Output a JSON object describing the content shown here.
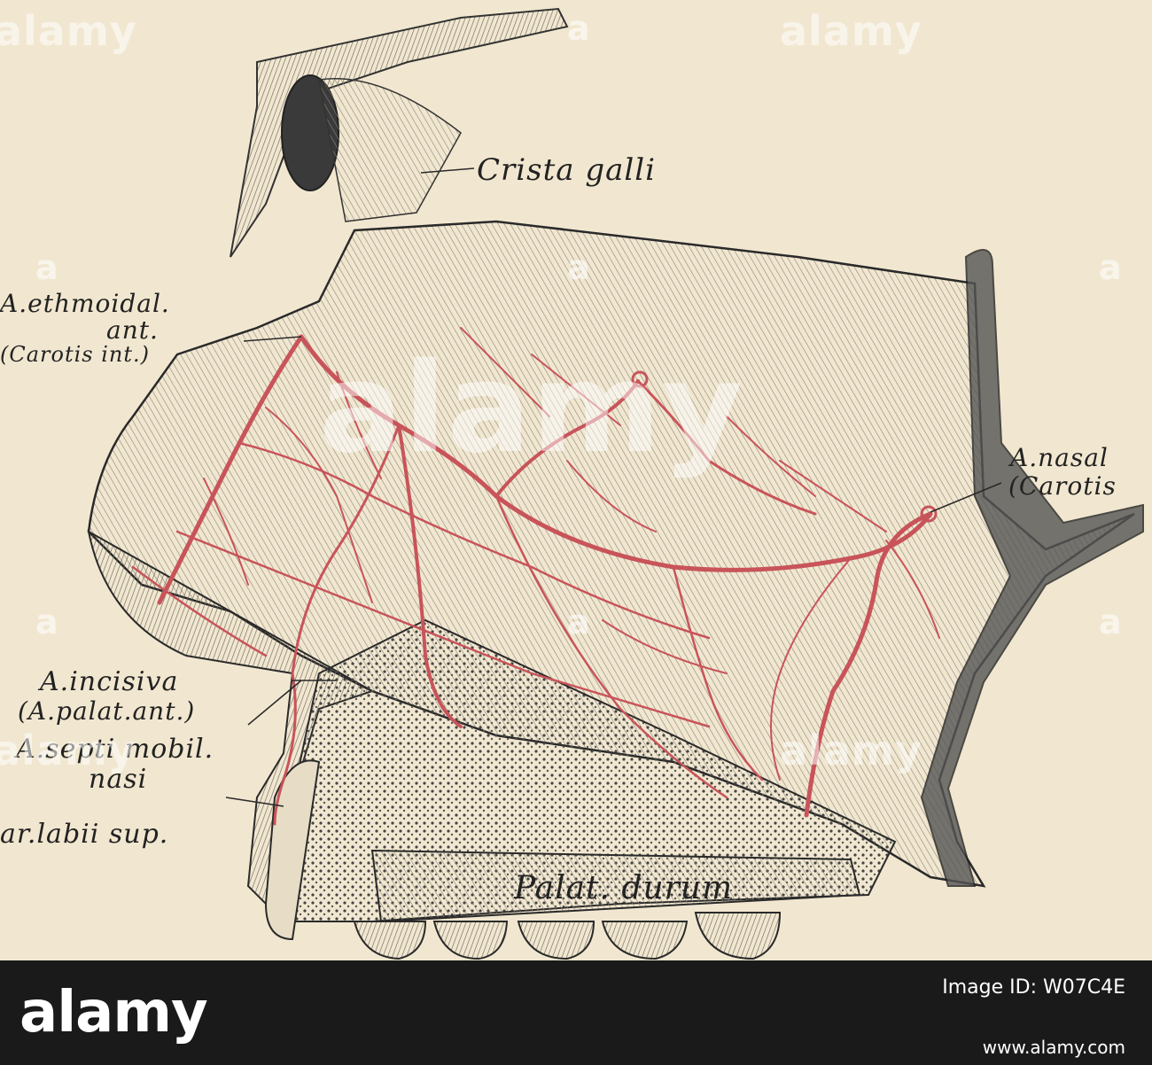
{
  "illustration": {
    "labels": {
      "crista_galli": "Crista galli",
      "ethmoidal_1": "A.ethmoidal.",
      "ethmoidal_2": "ant.",
      "ethmoidal_3": "(Carotis int.)",
      "nasal_1": "A.nasal",
      "nasal_2": "(Carotis",
      "incisiva_1": "A.incisiva",
      "incisiva_2": "(A.palat.ant.)",
      "septi_1": "A.septi mobil.",
      "septi_2": "nasi",
      "labii": "ar.labii sup.",
      "palat": "Palat. durum"
    },
    "colors": {
      "background": "#f1e7d0",
      "artery": "#c8545a",
      "ink": "#2a2a2a"
    }
  },
  "watermark": {
    "brand": "alamy",
    "letter": "a"
  },
  "footer": {
    "logo": "alamy",
    "image_id_label": "Image ID: W07C4E",
    "image_id": "W07C4E",
    "site": "www.alamy.com"
  }
}
